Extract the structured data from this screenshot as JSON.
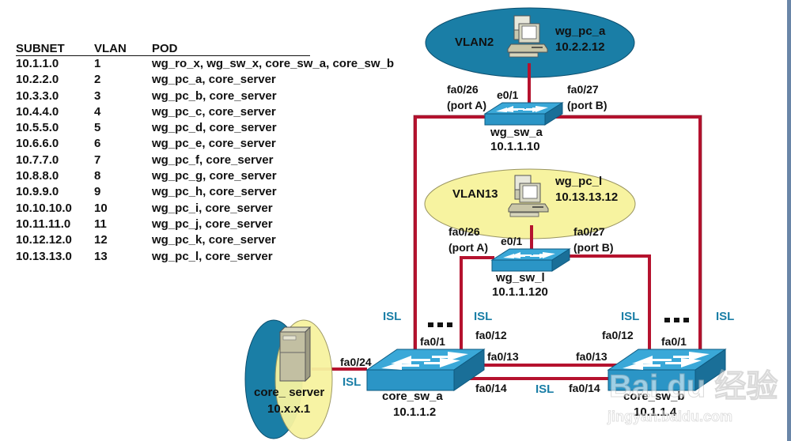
{
  "table": {
    "headers": [
      "SUBNET",
      "VLAN",
      "POD"
    ],
    "rows": [
      {
        "subnet": "10.1.1.0",
        "vlan": "1",
        "pod": "wg_ro_x, wg_sw_x, core_sw_a, core_sw_b"
      },
      {
        "subnet": "10.2.2.0",
        "vlan": "2",
        "pod": "wg_pc_a, core_server"
      },
      {
        "subnet": "10.3.3.0",
        "vlan": "3",
        "pod": "wg_pc_b, core_server"
      },
      {
        "subnet": "10.4.4.0",
        "vlan": "4",
        "pod": "wg_pc_c, core_server"
      },
      {
        "subnet": "10.5.5.0",
        "vlan": "5",
        "pod": "wg_pc_d, core_server"
      },
      {
        "subnet": "10.6.6.0",
        "vlan": "6",
        "pod": "wg_pc_e, core_server"
      },
      {
        "subnet": "10.7.7.0",
        "vlan": "7",
        "pod": "wg_pc_f, core_server"
      },
      {
        "subnet": "10.8.8.0",
        "vlan": "8",
        "pod": "wg_pc_g, core_server"
      },
      {
        "subnet": "10.9.9.0",
        "vlan": "9",
        "pod": "wg_pc_h, core_server"
      },
      {
        "subnet": "10.10.10.0",
        "vlan": "10",
        "pod": "wg_pc_i, core_server"
      },
      {
        "subnet": "10.11.11.0",
        "vlan": "11",
        "pod": "wg_pc_j, core_server"
      },
      {
        "subnet": "10.12.12.0",
        "vlan": "12",
        "pod": "wg_pc_k, core_server"
      },
      {
        "subnet": "10.13.13.0",
        "vlan": "13",
        "pod": "wg_pc_l, core_server"
      }
    ]
  },
  "diagram": {
    "colors": {
      "link": "#b5122e",
      "vlan2": "#1a7ea6",
      "vlan13": "#f7f3a0",
      "switch_top": "#3aa8d8",
      "switch_side": "#1a6f98",
      "isl_text": "#1a7ea6"
    },
    "vlan2": {
      "label": "VLAN2",
      "pc_name": "wg_pc_a",
      "pc_ip": "10.2.2.12"
    },
    "vlan13": {
      "label": "VLAN13",
      "pc_name": "wg_pc_l",
      "pc_ip": "10.13.13.12"
    },
    "wg_sw_a": {
      "name": "wg_sw_a",
      "ip": "10.1.1.10",
      "port_up": "e0/1",
      "port_left": "fa0/26",
      "port_left_sub": "(port A)",
      "port_right": "fa0/27",
      "port_right_sub": "(port B)"
    },
    "wg_sw_l": {
      "name": "wg_sw_l",
      "ip": "10.1.1.120",
      "port_up": "e0/1",
      "port_left": "fa0/26",
      "port_left_sub": "(port A)",
      "port_right": "fa0/27",
      "port_right_sub": "(port B)"
    },
    "core_sw_a": {
      "name": "core_sw_a",
      "ip": "10.1.1.2",
      "port_fa01": "fa0/1",
      "port_fa012": "fa0/12",
      "port_fa013": "fa0/13",
      "port_fa014": "fa0/14",
      "port_fa024": "fa0/24"
    },
    "core_sw_b": {
      "name": "core_sw_b",
      "ip": "10.1.1.4",
      "port_fa01": "fa0/1",
      "port_fa012": "fa0/12",
      "port_fa013": "fa0/13",
      "port_fa014": "fa0/14"
    },
    "core_server": {
      "name": "core_ server",
      "ip": "10.x.x.1"
    },
    "isl_label": "ISL",
    "ellipsis": "..."
  },
  "watermark": {
    "brand": "Bai du 经验",
    "url": "jingyan.baidu.com"
  }
}
